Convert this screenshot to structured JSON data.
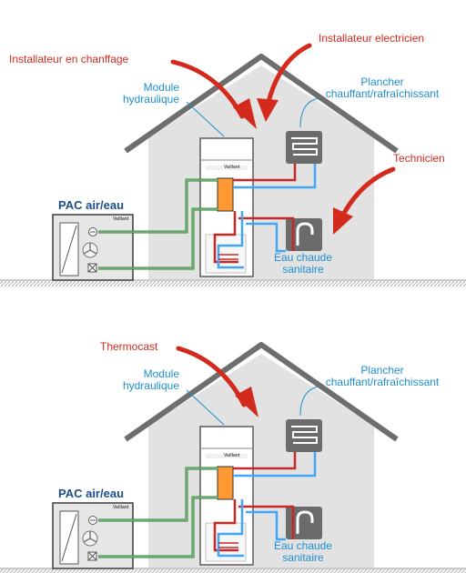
{
  "top_panel": {
    "label_installer_heating": "Installateur en chanffage",
    "label_installer_electric": "Installateur electricien",
    "label_technician": "Technicien",
    "label_module": [
      "Module",
      "hydraulique"
    ],
    "label_floor": [
      "Plancher",
      "chauffant/rafraîchissant"
    ],
    "label_pac": "PAC air/eau",
    "label_water": [
      "Eau chaude",
      "sanitaire"
    ]
  },
  "bottom_panel": {
    "label_thermocast": "Thermocast",
    "label_module": [
      "Module",
      "hydraulique"
    ],
    "label_floor": [
      "Plancher",
      "chauffant/rafraîchissant"
    ],
    "label_pac": "PAC air/eau",
    "label_water": [
      "Eau chaude",
      "sanitaire"
    ]
  },
  "colors": {
    "arrow_red": "#d42a1e",
    "label_blue": "#1f8fd0",
    "label_dark_blue": "#1a4f8a",
    "pipe_green": "#2e7d32",
    "pipe_red": "#c62828",
    "pipe_blue": "#42a5f5",
    "house_fill": "#e2e2e2",
    "roof": "#6e6e6e"
  }
}
